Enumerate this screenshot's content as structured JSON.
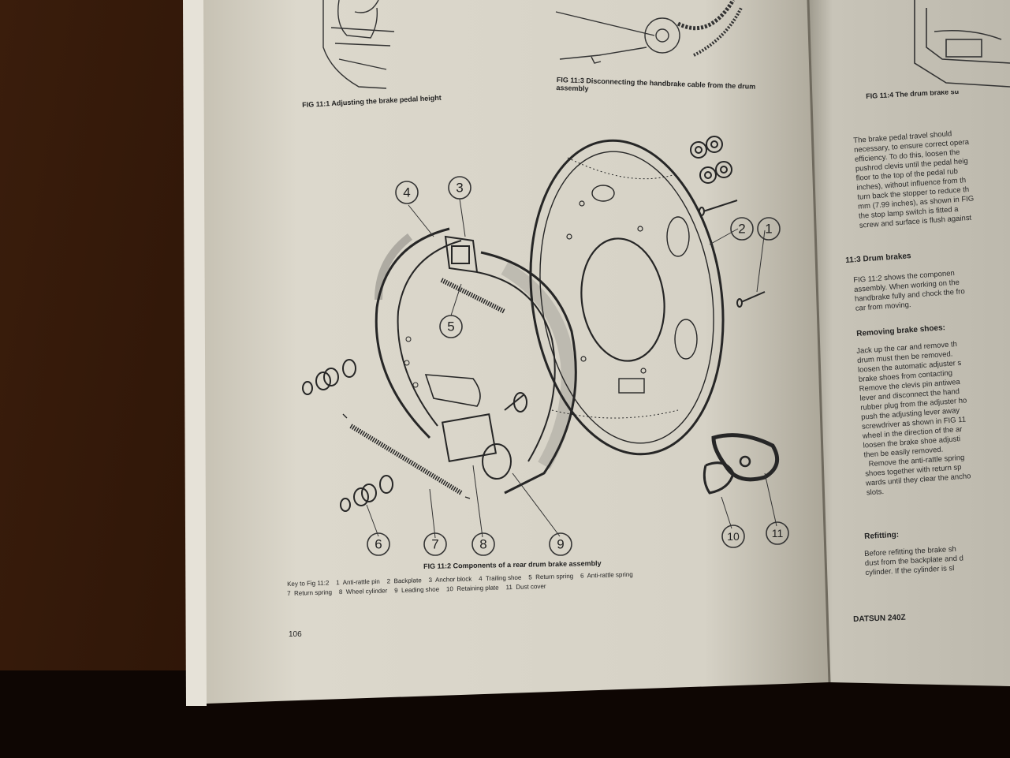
{
  "book": {
    "left_page": {
      "fig_11_1_caption": "FIG 11:1  Adjusting the brake pedal height",
      "fig_11_3_caption": "FIG 11:3  Disconnecting the handbrake cable from the drum assembly",
      "fig_11_2_caption": "FIG 11:2  Components of a rear drum brake assembly",
      "key_line_1": "Key to Fig 11:2    1  Anti-rattle pin    2  Backplate    3  Anchor block    4  Trailing shoe    5  Return spring    6  Anti-rattle spring",
      "key_line_2": "7  Return spring    8  Wheel cylinder    9  Leading shoe    10  Retaining plate    11  Dust cover",
      "page_number": "106",
      "callouts": [
        "1",
        "2",
        "3",
        "4",
        "5",
        "6",
        "7",
        "8",
        "9",
        "10",
        "11"
      ]
    },
    "right_page": {
      "fig_11_4_caption": "FIG 11:4  The drum brake su",
      "paragraph_1": "The brake pedal travel should\nnecessary, to ensure correct opera\nefficiency. To do this, loosen the\npushrod clevis until the pedal heig\nfloor to the top of the pedal rub\ninches), without influence from th\nturn back the stopper to reduce th\nmm (7.99 inches), as shown in FIG\nthe stop lamp switch is fitted a\nscrew and surface is flush against",
      "section_heading": "11:3  Drum brakes",
      "paragraph_2": "FIG 11:2 shows the componen\nassembly. When working on the\nhandbrake fully and chock the fro\ncar from moving.",
      "subheading_1": "Removing brake shoes:",
      "paragraph_3": "Jack up the car and remove th\ndrum must then be removed.\nloosen the automatic adjuster s\nbrake shoes from contacting\nRemove the clevis pin antiwea\nlever and disconnect the hand\nrubber plug from the adjuster ho\npush the adjusting lever away\nscrewdriver as shown in FIG 11\nwheel in the direction of the ar\nloosen the brake shoe adjusti\nthen be easily removed.\n  Remove the anti-rattle spring\nshoes together with return sp\nwards until they clear the ancho\nslots.",
      "subheading_2": "Refitting:",
      "paragraph_4": "Before refitting the brake sh\ndust from the backplate and d\ncylinder. If the cylinder is sl",
      "running_footer": "DATSUN 240Z"
    }
  },
  "colors": {
    "paper_left": "#d8d4c8",
    "paper_right": "#c9c5ba",
    "ink": "#222222",
    "desk": "#2a1306"
  }
}
